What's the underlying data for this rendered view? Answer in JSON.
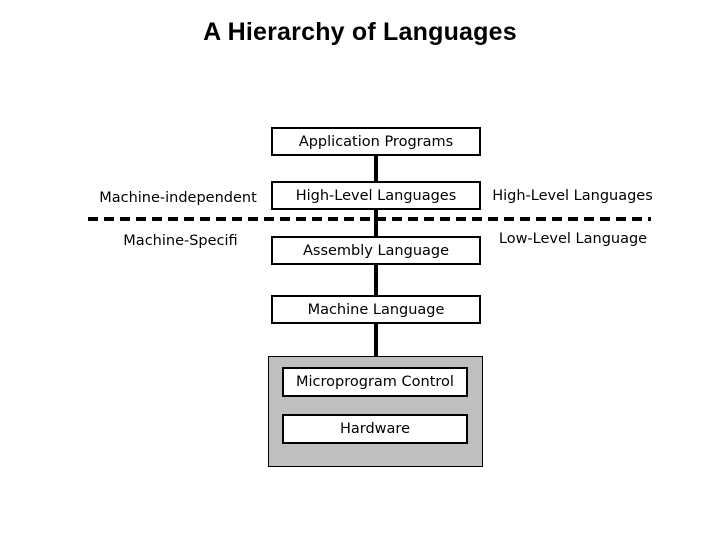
{
  "title": "A Hierarchy of Languages",
  "diagram": {
    "type": "layered-hierarchy",
    "stack": [
      {
        "label": "Application Programs"
      },
      {
        "label": "High-Level Languages"
      },
      {
        "label": "Assembly Language"
      },
      {
        "label": "Machine Language"
      },
      {
        "label": "Microprogram Control"
      },
      {
        "label": "Hardware"
      }
    ],
    "left_labels": [
      {
        "label": "Machine-independent"
      },
      {
        "label": "Machine-Specifi"
      }
    ],
    "right_labels": [
      {
        "label": "High-Level Languages"
      },
      {
        "label": "Low-Level Language"
      }
    ],
    "divider": {
      "style": "dashed",
      "label": ""
    },
    "colors": {
      "panel_fill": "#bfbfbf",
      "box_fill": "#ffffff",
      "stroke": "#000000",
      "background": "#ffffff"
    }
  }
}
